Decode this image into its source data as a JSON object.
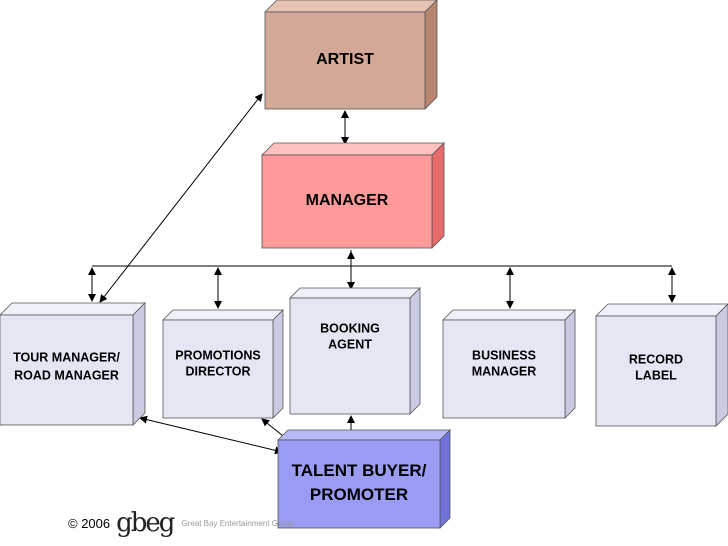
{
  "nodes": [
    {
      "id": "artist",
      "lines": [
        "ARTIST"
      ],
      "front": "#d4a896",
      "top": "#e6c2b2",
      "side": "#b8856f"
    },
    {
      "id": "manager",
      "lines": [
        "MANAGER"
      ],
      "front": "#ff9a9a",
      "top": "#ffc0c0",
      "side": "#e86a6a"
    },
    {
      "id": "tour-manager",
      "lines": [
        "TOUR MANAGER/",
        "ROAD MANAGER"
      ],
      "front": "#e4e6f4",
      "top": "#eef0fa",
      "side": "#c8cbe2"
    },
    {
      "id": "promotions-director",
      "lines": [
        "PROMOTIONS",
        "DIRECTOR"
      ],
      "front": "#e4e6f4",
      "top": "#eef0fa",
      "side": "#c8cbe2"
    },
    {
      "id": "booking-agent",
      "lines": [
        "BOOKING",
        "AGENT"
      ],
      "front": "#e4e6f4",
      "top": "#eef0fa",
      "side": "#c8cbe2"
    },
    {
      "id": "business-manager",
      "lines": [
        "BUSINESS",
        "MANAGER"
      ],
      "front": "#e4e6f4",
      "top": "#eef0fa",
      "side": "#c8cbe2"
    },
    {
      "id": "record-label",
      "lines": [
        "RECORD",
        "LABEL"
      ],
      "front": "#e4e6f4",
      "top": "#eef0fa",
      "side": "#c8cbe2"
    },
    {
      "id": "talent-buyer",
      "lines": [
        "TALENT BUYER/",
        "PROMOTER"
      ],
      "front": "#9a9cf4",
      "top": "#b8baf8",
      "side": "#6f72d8"
    }
  ],
  "footer": {
    "copyright": "© 2006",
    "logo": "gbeg",
    "company": "Great Bay Entertainment Group"
  }
}
